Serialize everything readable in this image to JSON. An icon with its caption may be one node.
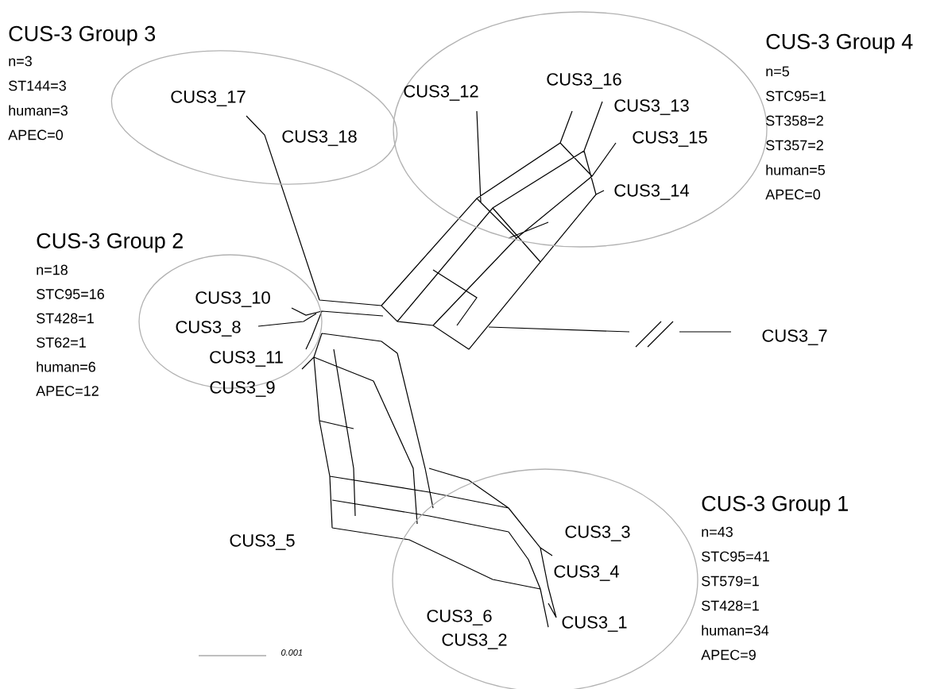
{
  "diagram": {
    "nodes": [
      {
        "text": [
          "CUS-3 Group 3"
        ],
        "beside": [
          "n=3",
          "ST144=3",
          "human=3",
          "APEC=0"
        ]
      },
      {
        "text": [
          "CUS3_17"
        ],
        "in": 0
      },
      {
        "text": [
          "CUS3_18"
        ],
        "in": 0
      },
      {
        "text": [
          "CUS-3 Group 4"
        ],
        "beside": [
          "n=5",
          "STC95=1",
          "ST358=2",
          "ST357=2",
          "human=5",
          "APEC=0"
        ]
      },
      {
        "text": [
          "CUS3_12"
        ],
        "in": 3
      },
      {
        "text": [
          "CUS3_16"
        ],
        "in": 3
      },
      {
        "text": [
          "CUS3_13"
        ],
        "in": 3
      },
      {
        "text": [
          "CUS3_15"
        ],
        "in": 3
      },
      {
        "text": [
          "CUS3_14"
        ],
        "in": 3
      },
      {
        "text": [
          "CUS-3 Group 2"
        ],
        "beside": [
          "n=18",
          "STC95=16",
          "ST428=1",
          "ST62=1",
          "human=6",
          "APEC=12"
        ]
      },
      {
        "text": [
          "CUS3_10"
        ],
        "in": 9
      },
      {
        "text": [
          "CUS3_8"
        ],
        "in": 9
      },
      {
        "text": [
          "CUS3_11"
        ],
        "in": 9
      },
      {
        "text": [
          "CUS3_9"
        ],
        "in": 9
      },
      {
        "text": [
          "CUS3_7"
        ]
      },
      {
        "text": [
          "CUS3_5"
        ]
      },
      {
        "text": [
          "CUS-3 Group 1"
        ],
        "beside": [
          "n=43",
          "STC95=41",
          "ST579=1",
          "ST428=1",
          "human=34",
          "APEC=9"
        ]
      },
      {
        "text": [
          "CUS3_3"
        ],
        "in": 16
      },
      {
        "text": [
          "CUS3_4"
        ],
        "in": 16
      },
      {
        "text": [
          "CUS3_6"
        ],
        "in": 16
      },
      {
        "text": [
          "CUS3_1"
        ],
        "in": 16
      },
      {
        "text": [
          "CUS3_2"
        ],
        "in": 16
      }
    ],
    "labels": [
      "0.001"
    ]
  }
}
